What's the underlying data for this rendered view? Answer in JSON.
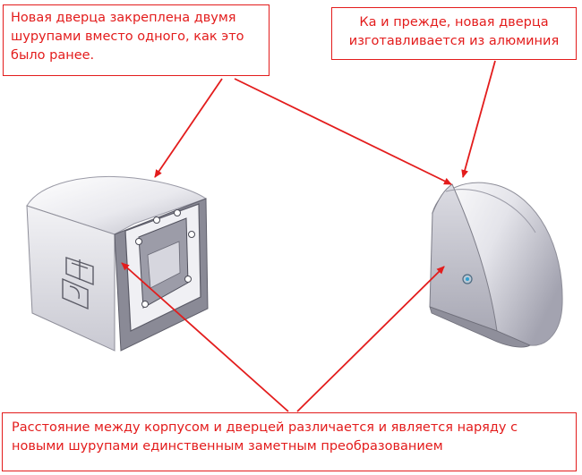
{
  "callouts": {
    "top_left": "Новая дверца закреплена двумя шурупами вместо одного, как это было ранее.",
    "top_right": "Ка и прежде, новая дверца изготавливается из алюминия",
    "bottom": "Расстояние между корпусом и дверцей различается и является наряду с новыми шурупами единственным заметным преобразованием"
  },
  "colors": {
    "annotation": "#e31c1c",
    "housing_light": "#f4f4f6",
    "housing_dark": "#8e8e99",
    "door_frame": "#6d6d7a"
  },
  "icons": {
    "left_part": "camera-housing-open-door",
    "right_part": "camera-housing-closed"
  }
}
